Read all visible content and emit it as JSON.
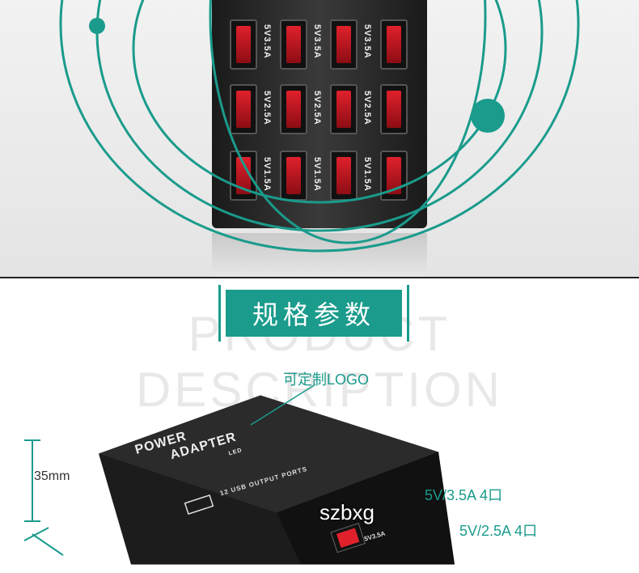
{
  "top_ports": [
    {
      "label": "5V3.5A"
    },
    {
      "label": "5V3.5A"
    },
    {
      "label": "5V3.5A"
    },
    {
      "label": "5V2.5A"
    },
    {
      "label": "5V2.5A"
    },
    {
      "label": "5V2.5A"
    },
    {
      "label": "5V1.5A"
    },
    {
      "label": "5V1.5A"
    },
    {
      "label": "5V1.5A"
    }
  ],
  "section": {
    "title": "规格参数",
    "ghost_text": "PRODUCT DESCRIPTION"
  },
  "annotations": {
    "logo": "可定制LOGO",
    "height": "35mm",
    "p35": "5V/3.5A 4口",
    "p25": "5V/2.5A 4口"
  },
  "device": {
    "brand_line1": "POWER",
    "brand_line2": "ADAPTER",
    "led": "LED",
    "ports_text": "12 USB OUTPUT PORTS",
    "port_label": "5V3.5A"
  },
  "watermark": "szbxg",
  "colors": {
    "accent": "#1a9b8c",
    "port_red": "#e0212c"
  }
}
